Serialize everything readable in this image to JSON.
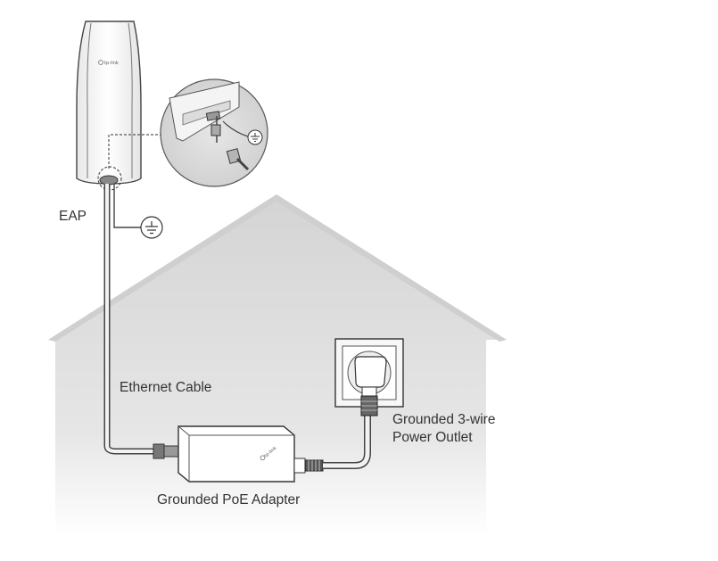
{
  "labels": {
    "eap": "EAP",
    "ethernet_cable": "Ethernet Cable",
    "poe_adapter": "Grounded PoE Adapter",
    "outlet_line1": "Grounded 3-wire",
    "outlet_line2": "Power Outlet"
  },
  "brand": {
    "logo_text": "tp-link"
  },
  "colors": {
    "house_fill": "#d8d8d8",
    "house_shade": "#ebebeb",
    "device_stroke": "#333333",
    "text": "#333333"
  }
}
